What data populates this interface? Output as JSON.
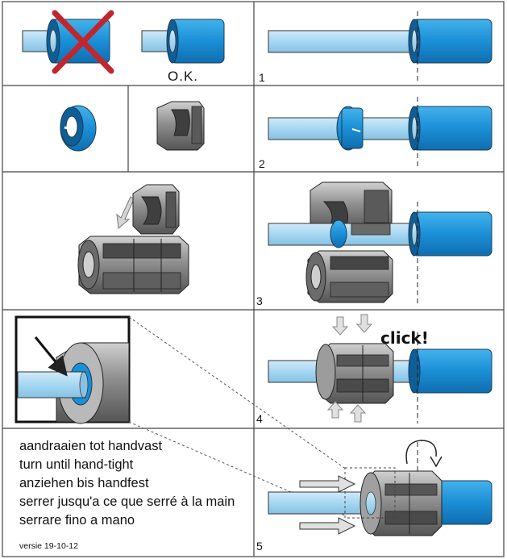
{
  "labels": {
    "ok": "O.K.",
    "click": "click!",
    "steps": [
      "1",
      "2",
      "3",
      "4",
      "5"
    ]
  },
  "instructions": [
    "aandraaien tot handvast",
    "turn until hand-tight",
    "anziehen bis handfest",
    "serrer jusqu'a ce que serré à la main",
    "serrare fino a mano"
  ],
  "version": "versie 19-10-12",
  "colors": {
    "pipe_fill": "#a9d9f2",
    "fitting_blue": "#1b8fd6",
    "metal_gray": "#8a8a8a",
    "metal_dark": "#4e4e4e",
    "cross_red": "#c0272d"
  }
}
